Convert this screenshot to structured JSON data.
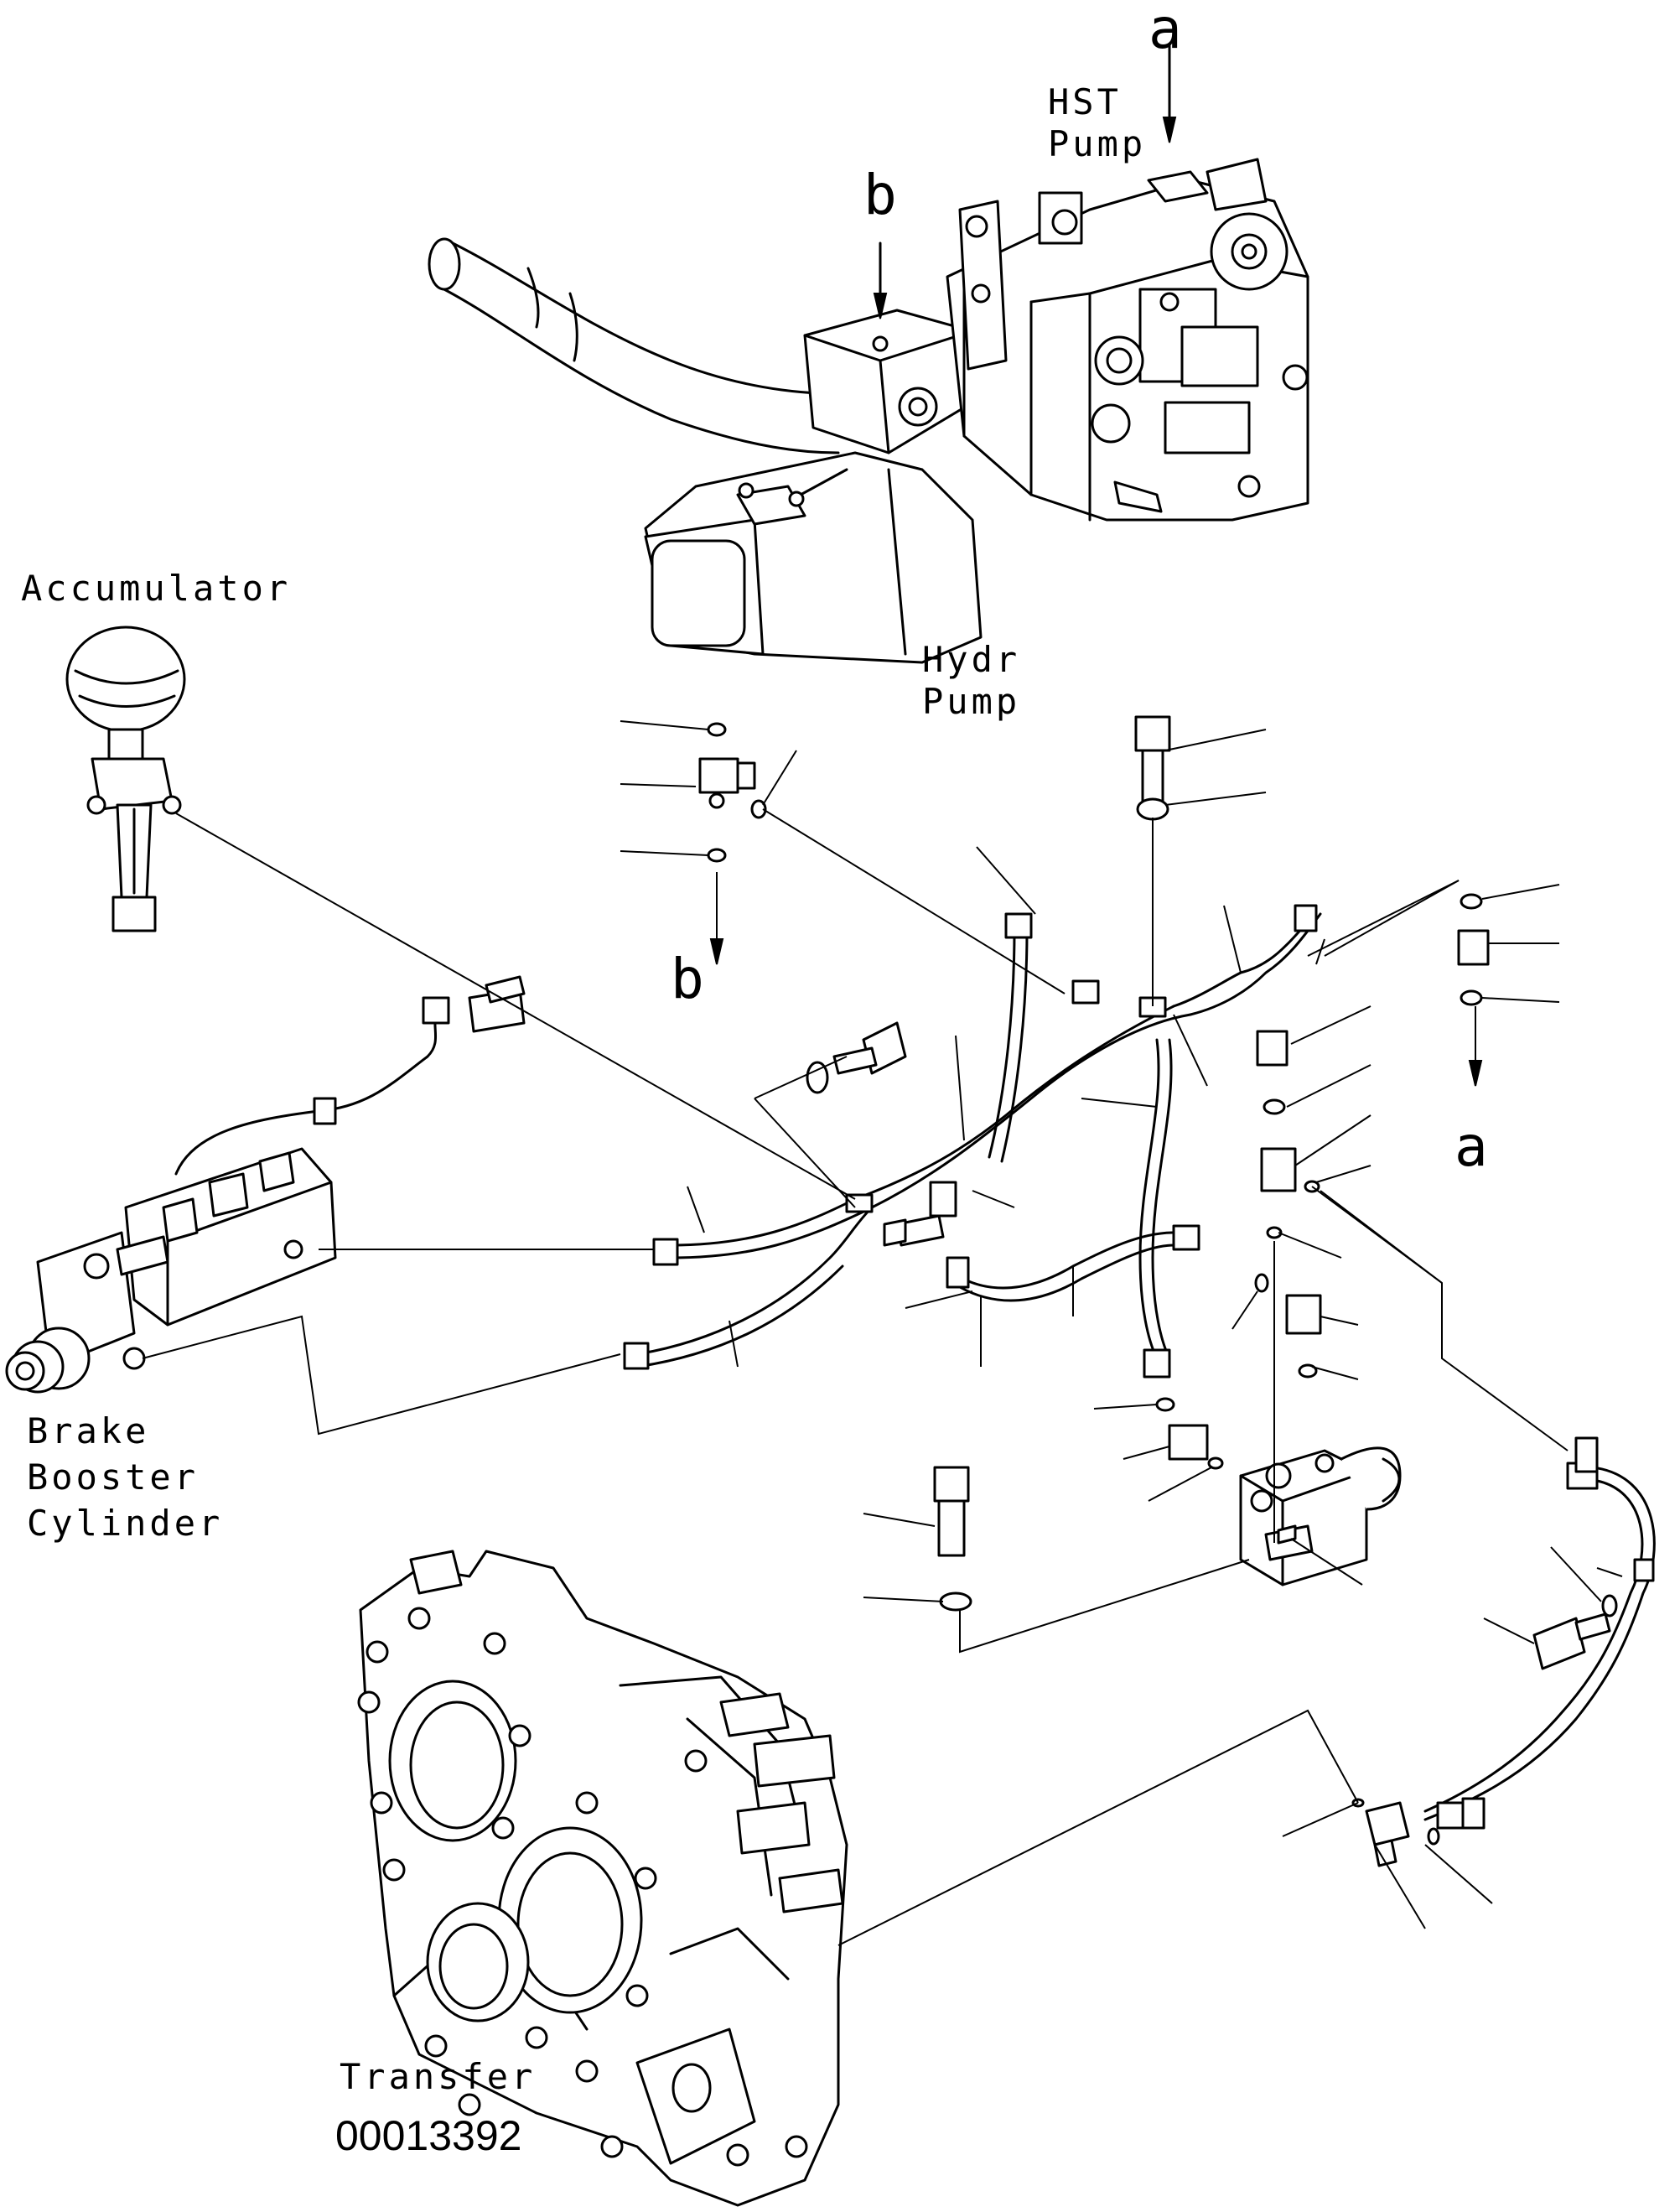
{
  "labels": {
    "hst_pump_line1": "HST",
    "hst_pump_line2": "Pump",
    "hydr_pump_line1": "Hydr",
    "hydr_pump_line2": "Pump",
    "accumulator": "Accumulator",
    "brake_booster_line1": "Brake",
    "brake_booster_line2": "Booster",
    "brake_booster_line3": "Cylinder",
    "transfer": "Transfer",
    "drawing_number": "00013392",
    "ref_a_top": "a",
    "ref_b_top": "b",
    "ref_b_mid": "b",
    "ref_a_right": "a"
  },
  "icons": {
    "hst_pump": "hydrostatic-pump-assembly",
    "hydr_pump": "gear-pump",
    "accumulator": "accumulator-sphere",
    "brake_booster": "brake-booster-cylinder",
    "transfer": "transfer-case",
    "valve": "solenoid-valve-block"
  }
}
